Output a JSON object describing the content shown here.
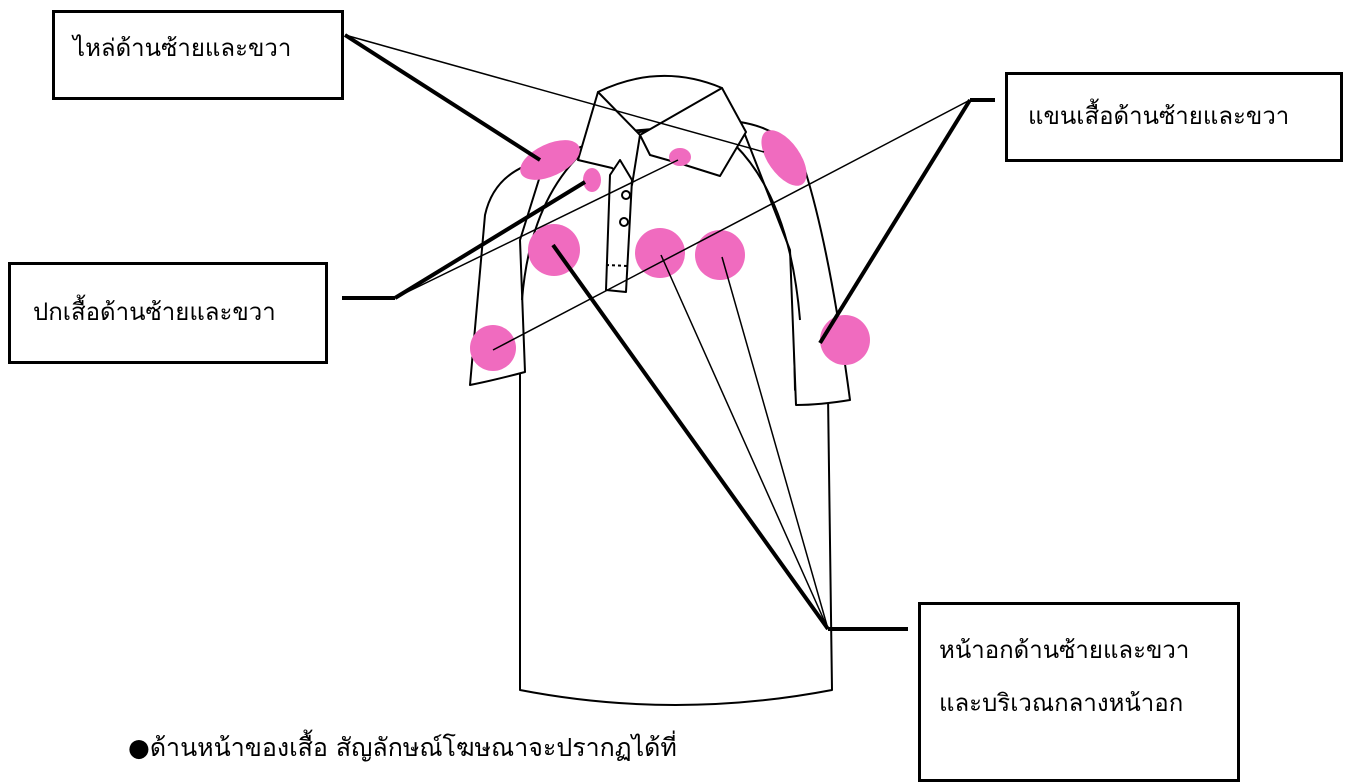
{
  "labels": {
    "shoulders": "ไหล่ด้านซ้ายและขวา",
    "sleeves": "แขนเสื้อด้านซ้ายและขวา",
    "collar": "ปกเสื้อด้านซ้ายและขวา",
    "chest_line1": "หน้าอกด้านซ้ายและขวา",
    "chest_line2": "และบริเวณกลางหน้าอก"
  },
  "caption": "●ด้านหน้าของเสื้อ สัญลักษณ์โฆษณาจะปรากฏได้ที่",
  "colors": {
    "marker": "#f06bbf",
    "outline": "#000000"
  },
  "icons": {
    "shirt": "polo-shirt-icon"
  }
}
